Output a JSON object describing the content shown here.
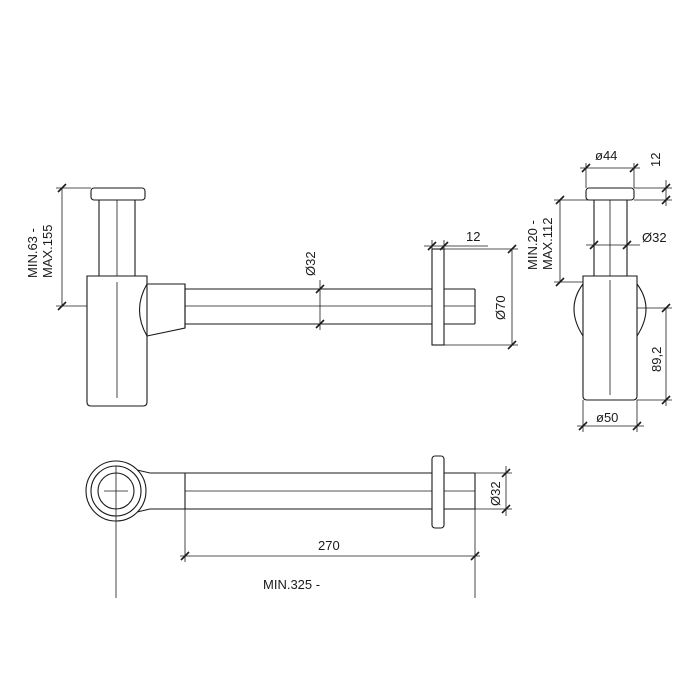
{
  "labels": {
    "side_height_line1": "MIN.63 -",
    "side_height_line2": "MAX.155",
    "side_pipe_diameter": "Ø32",
    "side_flange_thickness": "12",
    "side_flange_diameter": "Ø70",
    "right_cap_diameter": "ø44",
    "right_cap_height": "12",
    "right_height_line1": "MIN.20 -",
    "right_height_line2": "MAX.112",
    "right_tube_diameter": "Ø32",
    "right_body_height": "89,2",
    "right_body_diameter": "ø50",
    "top_pipe_diameter": "Ø32",
    "top_pipe_length": "270",
    "top_total_length": "MIN.325 -"
  }
}
